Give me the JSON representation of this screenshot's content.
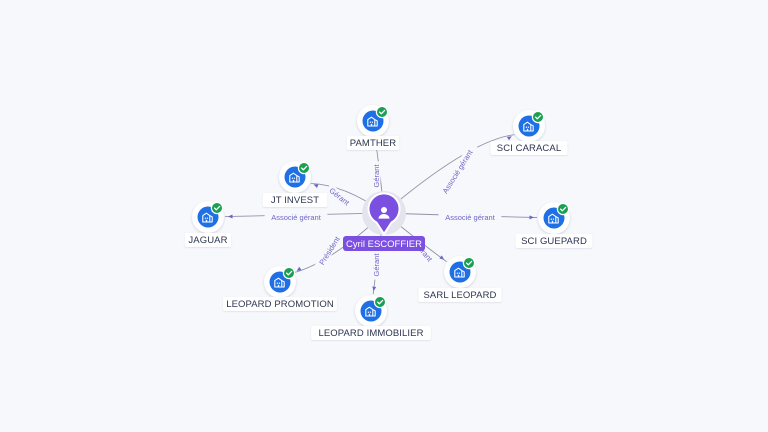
{
  "colors": {
    "background": "#f7f8fc",
    "edge": "#8f93a8",
    "edge_label": "#6b66c9",
    "company_icon": "#1f6fe5",
    "check_badge": "#1aa052",
    "person_marker": "#7b4fe0",
    "person_halo": "#e3e4ee"
  },
  "center": {
    "name": "Cyril ESCOFFIER",
    "icon": "person-icon"
  },
  "companies": [
    {
      "id": "pamther",
      "name": "PAMTHER",
      "relation": "Gérant",
      "icon": "building-icon",
      "verified": true
    },
    {
      "id": "jt-invest",
      "name": "JT INVEST",
      "relation": "Gérant",
      "icon": "building-icon",
      "verified": true
    },
    {
      "id": "jaguar",
      "name": "JAGUAR",
      "relation": "Associé gérant",
      "icon": "building-icon",
      "verified": true
    },
    {
      "id": "leopard-promotion",
      "name": "LEOPARD PROMOTION",
      "relation": "Président",
      "icon": "building-icon",
      "verified": true
    },
    {
      "id": "leopard-immobilier",
      "name": "LEOPARD IMMOBILIER",
      "relation": "Gérant",
      "icon": "building-icon",
      "verified": true
    },
    {
      "id": "sarl-leopard",
      "name": "SARL LEOPARD",
      "relation": "Gérant",
      "icon": "building-icon",
      "verified": true
    },
    {
      "id": "sci-guepard",
      "name": "SCI GUEPARD",
      "relation": "Associé gérant",
      "icon": "building-icon",
      "verified": true
    },
    {
      "id": "sci-caracal",
      "name": "SCI CARACAL",
      "relation": "Associé gérant",
      "icon": "building-icon",
      "verified": true
    }
  ]
}
